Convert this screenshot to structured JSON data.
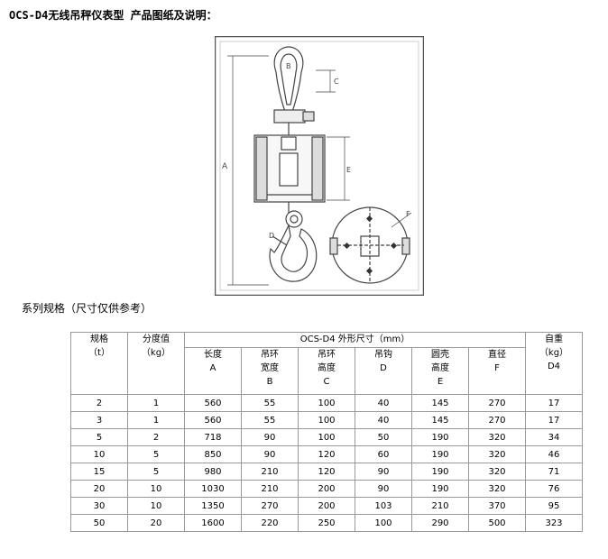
{
  "title": "OCS-D4无线吊秤仪表型 产品图纸及说明：",
  "drawing_labels": {
    "A": "A",
    "B": "B",
    "C": "C",
    "D": "D",
    "E": "E",
    "F": "F"
  },
  "subtitle": "系列规格（尺寸仅供参考）",
  "table": {
    "header": {
      "spec": [
        "规格",
        "（t）"
      ],
      "division": [
        "分度值",
        "（kg）"
      ],
      "dims_group": "OCS-D4 外形尺寸（mm）",
      "weight": [
        "自重",
        "（kg）",
        "D4"
      ],
      "dims": [
        [
          "长度",
          "A",
          ""
        ],
        [
          "吊环",
          "宽度",
          "B"
        ],
        [
          "吊环",
          "高度",
          "C"
        ],
        [
          "吊钩",
          "D",
          ""
        ],
        [
          "圆壳",
          "高度",
          "E"
        ],
        [
          "直径",
          "F",
          ""
        ]
      ]
    },
    "rows": [
      [
        "2",
        "1",
        "560",
        "55",
        "100",
        "40",
        "145",
        "270",
        "17"
      ],
      [
        "3",
        "1",
        "560",
        "55",
        "100",
        "40",
        "145",
        "270",
        "17"
      ],
      [
        "5",
        "2",
        "718",
        "90",
        "100",
        "50",
        "190",
        "320",
        "34"
      ],
      [
        "10",
        "5",
        "850",
        "90",
        "120",
        "60",
        "190",
        "320",
        "46"
      ],
      [
        "15",
        "5",
        "980",
        "210",
        "120",
        "90",
        "190",
        "320",
        "71"
      ],
      [
        "20",
        "10",
        "1030",
        "210",
        "200",
        "90",
        "190",
        "320",
        "76"
      ],
      [
        "30",
        "10",
        "1350",
        "270",
        "200",
        "103",
        "210",
        "370",
        "95"
      ],
      [
        "50",
        "20",
        "1600",
        "220",
        "250",
        "100",
        "290",
        "500",
        "323"
      ]
    ]
  }
}
